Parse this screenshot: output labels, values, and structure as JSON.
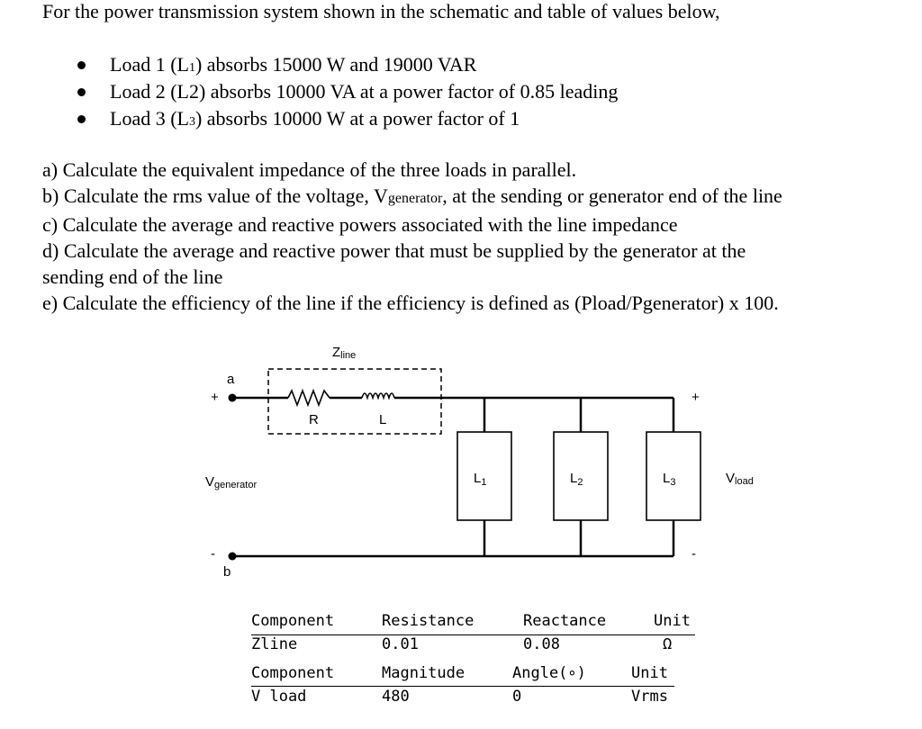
{
  "problem": {
    "intro": "For the power transmission system shown in the schematic and table of values below,",
    "loads": [
      {
        "pre": "Load 1 (L",
        "sub": "1",
        "post": ") absorbs 15000 W and 19000 VAR"
      },
      {
        "pre": "Load 2 (L2) absorbs 10000 VA at a power factor of 0.85 leading",
        "sub": "",
        "post": ""
      },
      {
        "pre": "Load 3 (L",
        "sub": "3",
        "post": ") absorbs 10000 W at a power factor of 1"
      }
    ],
    "questions": {
      "a": "a) Calculate the equivalent impedance of the three loads in parallel.",
      "b_pre": "b) Calculate the rms value of the voltage, V",
      "b_sub": "generator",
      "b_post": ", at the sending or generator end of the line",
      "c": "c) Calculate the average and reactive powers associated with the line impedance",
      "d1": "d) Calculate the average and reactive power that must be supplied by the generator at the",
      "d2": "sending end of the line",
      "e": "e) Calculate the efficiency of the line if the efficiency is defined as (Pload/Pgenerator) x 100."
    }
  },
  "circuit": {
    "zline": "Z",
    "zline_sub": "line",
    "node_a": "a",
    "node_b": "b",
    "plus": "+",
    "minus": "-",
    "r": "R",
    "l": "L",
    "vgen": "V",
    "vgen_sub": "generator",
    "vload": "V",
    "vload_sub": "load",
    "loads": [
      {
        "main": "L",
        "sub": "1"
      },
      {
        "main": "L",
        "sub": "2"
      },
      {
        "main": "L",
        "sub": "3"
      }
    ]
  },
  "tables": [
    {
      "header": [
        "Component",
        "Resistance",
        "Reactance",
        "Unit"
      ],
      "row": [
        "Zline",
        "0.01",
        "0.08",
        "Ω"
      ]
    },
    {
      "header": [
        "Component",
        "Magnitude",
        "Angle(∘)",
        "Unit"
      ],
      "row": [
        "V load",
        "480",
        "0",
        "Vrms"
      ]
    }
  ]
}
